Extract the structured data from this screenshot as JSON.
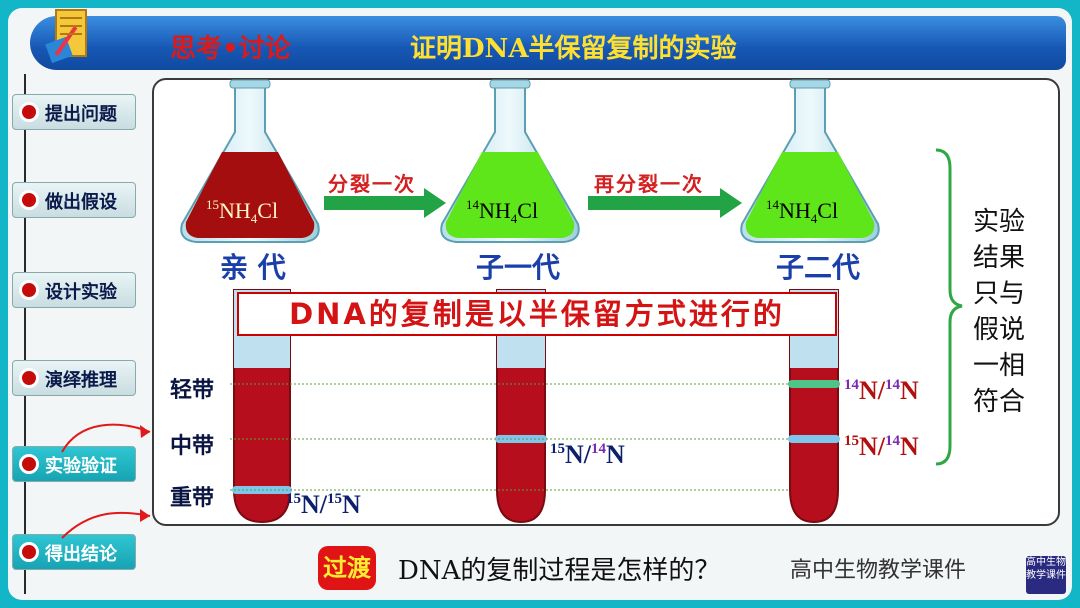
{
  "header": {
    "left_title": "思考•讨论",
    "main_title": "证明DNA半保留复制的实验"
  },
  "nav": {
    "items": [
      {
        "label": "提出问题",
        "active": false
      },
      {
        "label": "做出假设",
        "active": false
      },
      {
        "label": "设计实验",
        "active": false
      },
      {
        "label": "演绎推理",
        "active": false
      },
      {
        "label": "实验验证",
        "active": true
      },
      {
        "label": "得出结论",
        "active": true
      }
    ]
  },
  "flasks": [
    {
      "iso": "15",
      "label_main": "NH",
      "sub": "4",
      "tail": "Cl",
      "generation": "亲 代",
      "color": "#a50e0e"
    },
    {
      "iso": "14",
      "label_main": "NH",
      "sub": "4",
      "tail": "Cl",
      "generation": "子一代",
      "color": "#5ee61a"
    },
    {
      "iso": "14",
      "label_main": "NH",
      "sub": "4",
      "tail": "Cl",
      "generation": "子二代",
      "color": "#5ee61a"
    }
  ],
  "arrows": {
    "first": "分裂一次",
    "second": "再分裂一次"
  },
  "conclusion": "DNA的复制是以半保留方式进行的",
  "bands": {
    "light": "轻带",
    "middle": "中带",
    "heavy": "重带"
  },
  "isotopes": {
    "heavy": {
      "a": "15",
      "b": "15"
    },
    "gen1": {
      "a": "15",
      "b": "14"
    },
    "gen2_light": {
      "a": "14",
      "b": "14"
    },
    "gen2_mid": {
      "a": "15",
      "b": "14"
    }
  },
  "result_text": [
    "实验",
    "结果",
    "只与",
    "假说",
    "一相",
    "符合"
  ],
  "transition": {
    "badge": "过渡",
    "question": "DNA的复制过程是怎样的？"
  },
  "watermark": "高中生物教学课件",
  "logo_text": "高中生物教学课件"
}
